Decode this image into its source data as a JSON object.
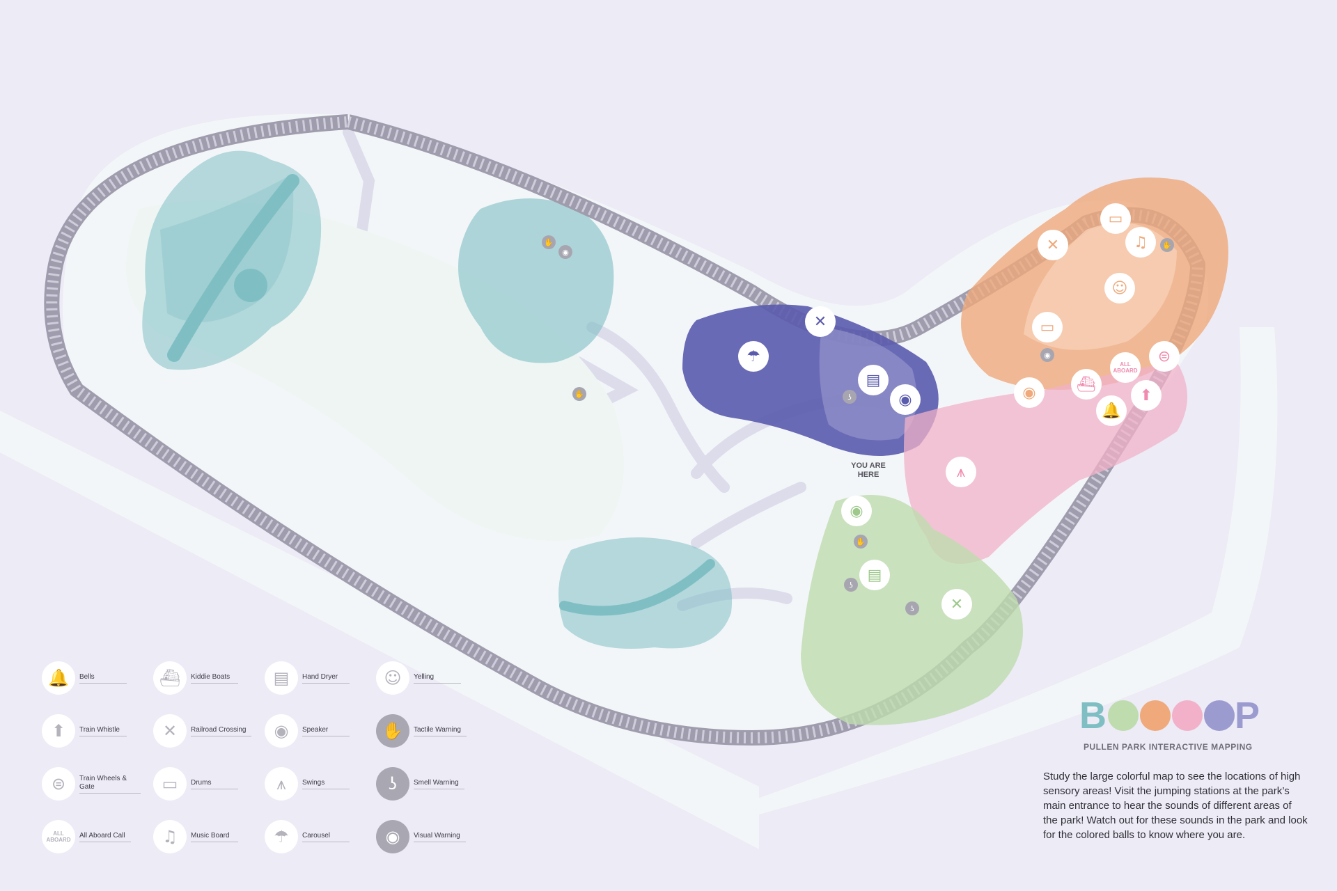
{
  "map": {
    "you_are_here": "YOU ARE HERE"
  },
  "legend": {
    "items": [
      {
        "label": "Bells",
        "icon": "bell-icon",
        "glyph": "🔔"
      },
      {
        "label": "Train Whistle",
        "icon": "train-whistle-icon",
        "glyph": "⬆"
      },
      {
        "label": "Train Wheels & Gate",
        "icon": "train-wheels-gate-icon",
        "glyph": "⊜"
      },
      {
        "label": "All Aboard Call",
        "icon": "all-aboard-icon",
        "glyph": "ALL ABOARD"
      },
      {
        "label": "Kiddie Boats",
        "icon": "kiddie-boat-icon",
        "glyph": "⛴"
      },
      {
        "label": "Railroad Crossing",
        "icon": "railroad-crossing-icon",
        "glyph": "✕"
      },
      {
        "label": "Drums",
        "icon": "drums-icon",
        "glyph": "▭"
      },
      {
        "label": "Music Board",
        "icon": "music-note-icon",
        "glyph": "♫"
      },
      {
        "label": "Hand Dryer",
        "icon": "hand-dryer-icon",
        "glyph": "▤"
      },
      {
        "label": "Speaker",
        "icon": "speaker-icon",
        "glyph": "◉"
      },
      {
        "label": "Swings",
        "icon": "swing-icon",
        "glyph": "⩚"
      },
      {
        "label": "Carousel",
        "icon": "carousel-icon",
        "glyph": "☂"
      },
      {
        "label": "Yelling",
        "icon": "yelling-head-icon",
        "glyph": "☺"
      },
      {
        "label": "Tactile Warning",
        "icon": "tactile-hand-icon",
        "glyph": "✋"
      },
      {
        "label": "Smell Warning",
        "icon": "smell-nose-icon",
        "glyph": "ʖ"
      },
      {
        "label": "Visual Warning",
        "icon": "visual-eye-icon",
        "glyph": "◉"
      }
    ]
  },
  "brand": {
    "first_letter": "B",
    "last_letter": "P",
    "ball_colors": [
      "#bedcae",
      "#efa97a",
      "#f2b1c8",
      "#9c9bd0"
    ],
    "subtitle": "PULLEN PARK INTERACTIVE MAPPING"
  },
  "description": "Study the large colorful map to see the locations of high sensory areas! Visit the jumping stations at the park’s main entrance to hear the sounds of different areas of the park! Watch out for these sounds in the park and look for the colored balls to know where you are.",
  "zone_colors": {
    "teal": "#7fbfc4",
    "purple": "#5a5bad",
    "orange": "#efa97a",
    "pink": "#f2b1c8",
    "green": "#bedcae",
    "track": "#c6c4d2",
    "ground": "#f3f6f8",
    "background": "#ecebf6"
  }
}
